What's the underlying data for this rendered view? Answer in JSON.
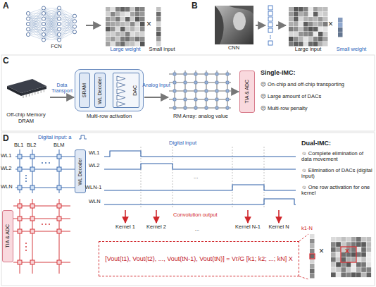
{
  "diagram": {
    "nodes": [
      {
        "text": [
          "Off-chip Memory",
          "DRAM"
        ]
      },
      {
        "text": [
          "Multi-row activation"
        ]
      },
      {
        "text": [
          "SRAM"
        ],
        "in": 1
      },
      {
        "text": [
          "WL Decoder"
        ],
        "in": 1
      },
      {
        "text": [
          "DAC"
        ],
        "in": 1
      },
      {
        "text": [
          "RM Array: analog value"
        ]
      },
      {
        "text": [
          "TIA & ADC"
        ]
      },
      {
        "text": [
          "WL Decoder"
        ]
      },
      {
        "text": [
          "TIA & ADC"
        ]
      },
      {
        "text": [
          "[Vout(t1), Vout(t2), ..., Vout(tN-1), Vout(tN)] = Vr/G [k1; k2; ...; kN] X"
        ]
      }
    ],
    "edges": [
      {
        "from": 0,
        "to": 1,
        "arrow": "to",
        "label": "Data Transport"
      },
      {
        "from": 1,
        "to": 5,
        "arrow": "to",
        "label": "Analog Input"
      },
      {
        "from": 5,
        "to": 6,
        "arrow": "to"
      }
    ],
    "labels": [
      "A",
      "FCN",
      "Large weight",
      "×",
      "Small input",
      "B",
      "CNN",
      "Large input",
      "×",
      "Small weight",
      "C",
      "Single-IMC:",
      "☹ On-chip and off-chip transporting",
      "☹ Large amount of DACs",
      "☹ Multi-row penalty",
      "D",
      "Digital input: a",
      "BL1",
      "BL2",
      "BLM",
      "WL1",
      "WL2",
      "WLN",
      "Digital input",
      "WL1",
      "WL2",
      "...",
      "WLN-1",
      "WLN",
      "Convolution output",
      "Kernel 1",
      "Kernel 2",
      "...",
      "Kernel N-1",
      "Kernel N",
      "Dual-IMC:",
      "☺ Complete elimination of data movement",
      "☺ Elimination of DACs (digital input)",
      "☺ One row activation for one kernel",
      "k1-N",
      "×",
      "X"
    ]
  }
}
